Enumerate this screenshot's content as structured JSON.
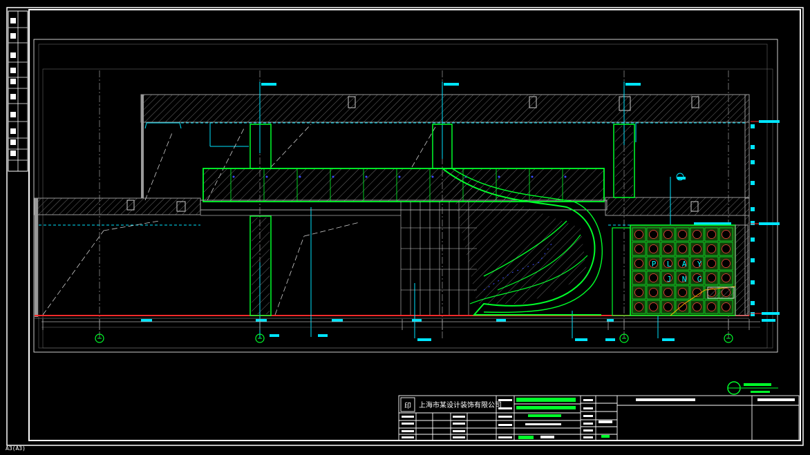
{
  "drawing": {
    "corner_label": "A3(A3)",
    "company_name": "上海市某设计装饰有限公司",
    "stamp": "印"
  },
  "signboard": {
    "row1": [
      "P",
      "L",
      "A",
      "Y"
    ],
    "row2": [
      "",
      "J",
      "N",
      "G"
    ]
  },
  "colors": {
    "background": "#000000",
    "frame": "#ffffff",
    "wall": "#7a7a7a",
    "glass_green": "#00ff2a",
    "cyan": "#00e5ff",
    "red": "#ff2a2a",
    "blue": "#3b4bff",
    "magenta": "#ff40ff"
  }
}
